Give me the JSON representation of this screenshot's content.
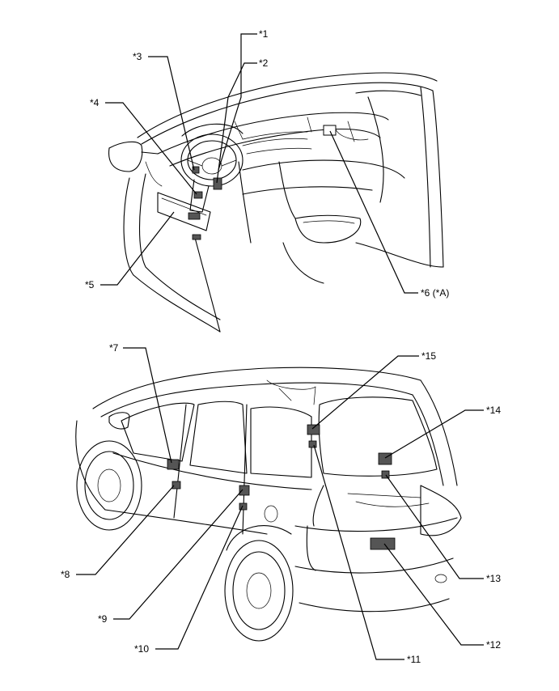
{
  "callouts": {
    "c1": "*1",
    "c2": "*2",
    "c3": "*3",
    "c4": "*4",
    "c5": "*5",
    "c6": "*6 (*A)",
    "c7": "*7",
    "c8": "*8",
    "c9": "*9",
    "c10": "*10",
    "c11": "*11",
    "c12": "*12",
    "c13": "*13",
    "c14": "*14",
    "c15": "*15"
  }
}
